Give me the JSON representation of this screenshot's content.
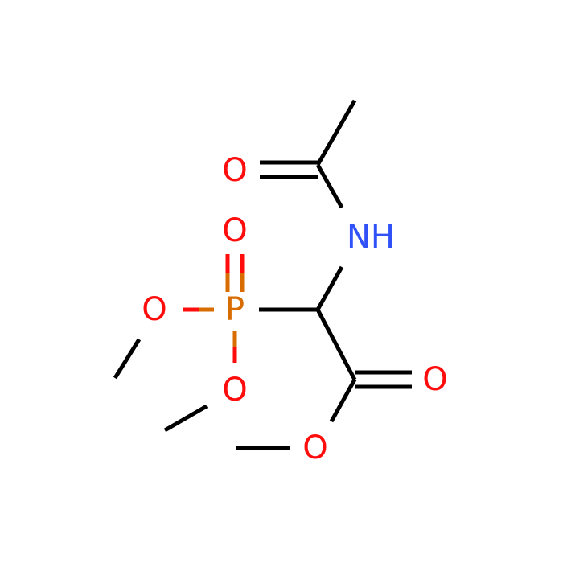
{
  "colors": {
    "bond": "#000000",
    "oxygen": "#FF0D0D",
    "nitrogen": "#3050F8",
    "phosphorus": "#D96C00",
    "background": "#FFFFFF"
  },
  "atoms": {
    "acetyl_oxygen": "O",
    "amide_nitrogen": "NH",
    "phosphoryl_oxygen": "O",
    "phosphorus": "P",
    "phosphonate_oxygen_left": "O",
    "phosphonate_oxygen_lower": "O",
    "carbonyl_oxygen": "O",
    "ester_oxygen": "O"
  }
}
